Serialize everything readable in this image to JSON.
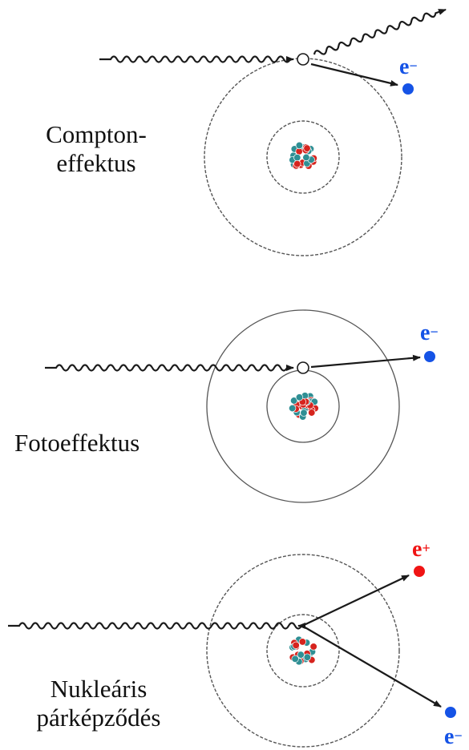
{
  "colors": {
    "electron": "#1553e6",
    "positron": "#f01414",
    "line": "#1a1a1a",
    "orbit": "#555555",
    "proton": "#d6241e",
    "neutron": "#2f8f94"
  },
  "panels": [
    {
      "id": "compton",
      "title_lines": [
        "Compton-",
        "effektus"
      ],
      "particles": [
        {
          "symbol": "e",
          "sign": "−",
          "kind": "electron"
        }
      ]
    },
    {
      "id": "photoelectric",
      "title_lines": [
        "Fotoeffektus"
      ],
      "particles": [
        {
          "symbol": "e",
          "sign": "−",
          "kind": "electron"
        }
      ]
    },
    {
      "id": "pair-production",
      "title_lines": [
        "Nukleáris",
        "párképződés"
      ],
      "particles": [
        {
          "symbol": "e",
          "sign": "+",
          "kind": "positron"
        },
        {
          "symbol": "e",
          "sign": "−",
          "kind": "electron"
        }
      ]
    }
  ]
}
